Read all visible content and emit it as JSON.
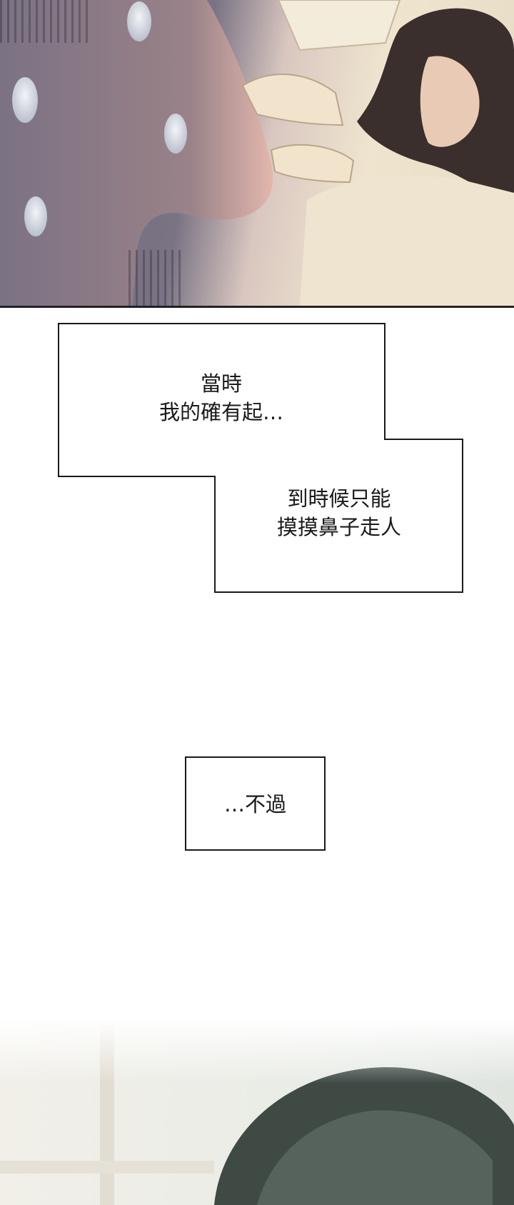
{
  "captions": {
    "box1_line1": "當時",
    "box1_line2": "我的確有起…",
    "box2_line1": "到時候只能",
    "box2_line2": "摸摸鼻子走人",
    "box3_line1": "…不過"
  },
  "colors": {
    "caption_border": "#1a1a1a",
    "caption_text": "#1a1a1a",
    "top_panel_shadow": "#6f6b7a",
    "top_panel_light": "#efe5cf",
    "bottom_hair": "#3f4a45"
  }
}
